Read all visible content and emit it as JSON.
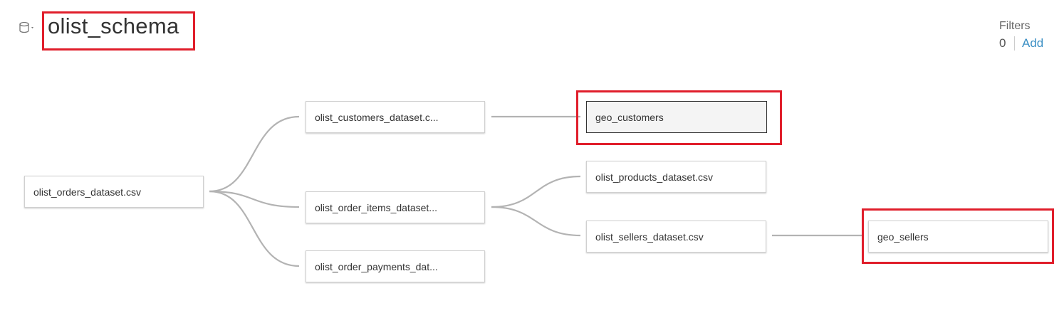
{
  "header": {
    "datasource_icon": "database-cylinder-icon",
    "schema_title": "olist_schema"
  },
  "filters": {
    "label": "Filters",
    "count": "0",
    "add_label": "Add"
  },
  "tables": {
    "orders": "olist_orders_dataset.csv",
    "customers": "olist_customers_dataset.c...",
    "order_items": "olist_order_items_dataset...",
    "order_payments": "olist_order_payments_dat...",
    "geo_customers": "geo_customers",
    "products": "olist_products_dataset.csv",
    "sellers": "olist_sellers_dataset.csv",
    "geo_sellers": "geo_sellers"
  },
  "colors": {
    "highlight": "#e01e2b",
    "link": "#b3b3b3",
    "accent_link": "#3b8fc4"
  }
}
